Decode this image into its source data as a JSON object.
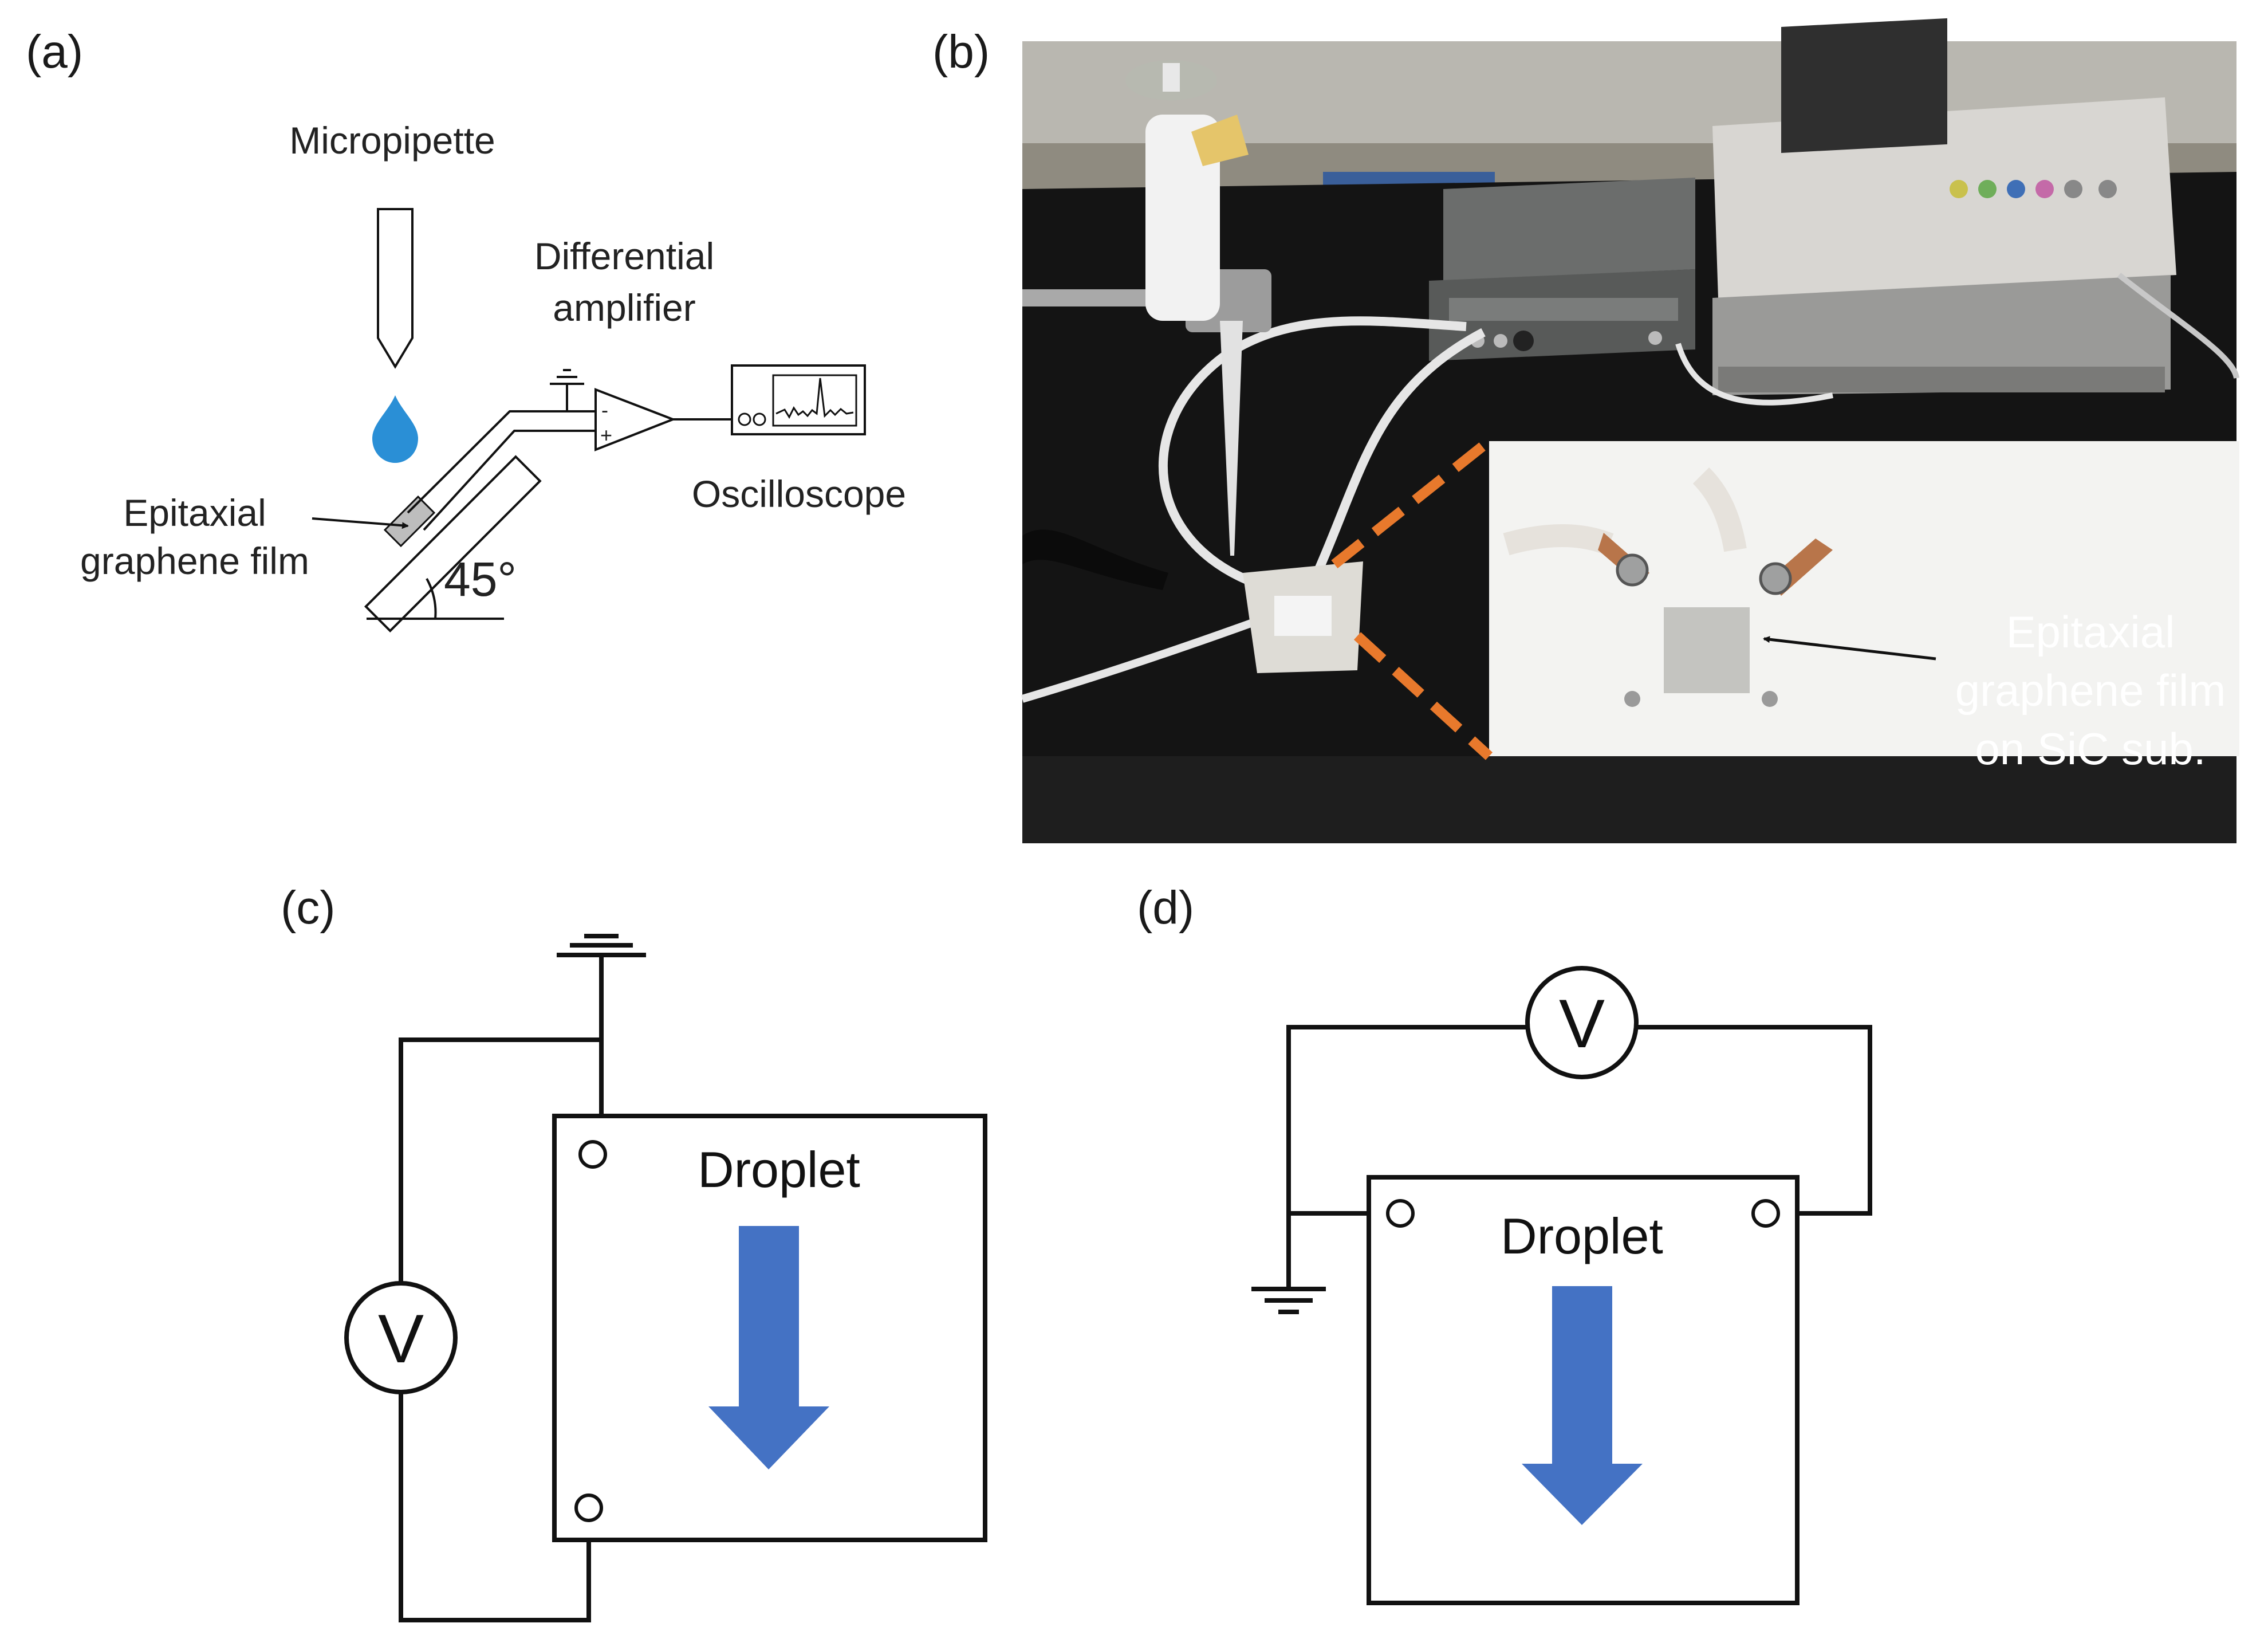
{
  "colors": {
    "line": "#111111",
    "arrow": "#4472C4",
    "droplet": "#2a8fd6",
    "zoom_dash": "#e8792c",
    "photo_bg": "#262626",
    "table": "#141414",
    "film": "#c4c4c0"
  },
  "panels": {
    "a": {
      "label": "(a)",
      "micropipette": "Micropipette",
      "amplifier_line1": "Differential",
      "amplifier_line2": "amplifier",
      "oscilloscope": "Oscilloscope",
      "film_line1": "Epitaxial",
      "film_line2": "graphene film",
      "angle": "45°",
      "amp_minus": "-",
      "amp_plus": "+"
    },
    "b": {
      "label": "(b)",
      "callout_line1": "Epitaxial",
      "callout_line2": "graphene film",
      "callout_line3": "on SiC sub."
    },
    "c": {
      "label": "(c)",
      "voltmeter": "V",
      "sample": "Droplet"
    },
    "d": {
      "label": "(d)",
      "voltmeter": "V",
      "sample": "Droplet"
    }
  }
}
